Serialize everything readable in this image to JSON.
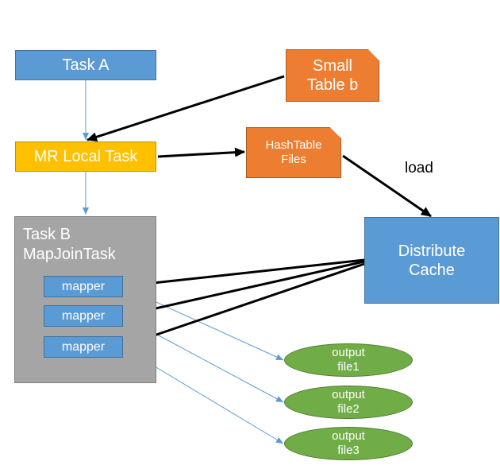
{
  "nodes": {
    "task_a": "Task A",
    "small_table": "Small\nTable b",
    "mr_local_task": "MR Local Task",
    "hashtable_files": "HashTable\nFiles",
    "task_b": "Task B\nMapJoinTask",
    "mappers": [
      "mapper",
      "mapper",
      "mapper"
    ],
    "distribute_cache": "Distribute\nCache",
    "outputs": [
      "output\nfile1",
      "output\nfile2",
      "output\nfile3"
    ]
  },
  "edge_labels": {
    "load": "load"
  },
  "colors": {
    "task": "#5b9bd5",
    "local_task": "#ffc000",
    "file": "#ed7d31",
    "container": "#a5a5a5",
    "output": "#70ad47",
    "thin_arrow": "#5b9bd5",
    "thick_arrow": "#000000"
  }
}
